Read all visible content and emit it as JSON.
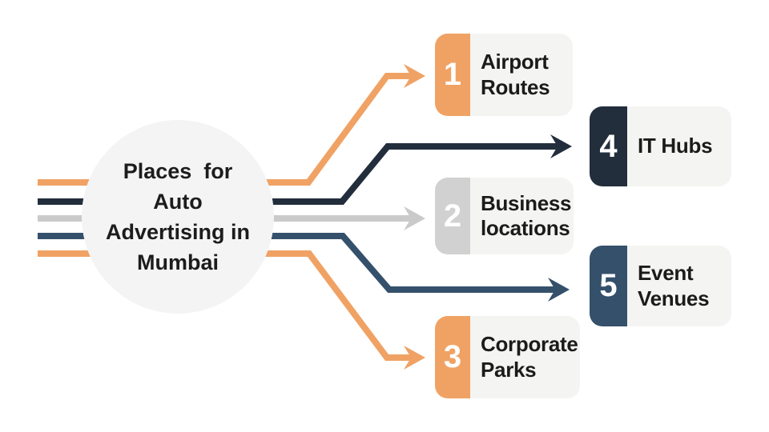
{
  "title": {
    "lines": [
      "Places  for",
      "Auto",
      "Advertising in",
      "Mumbai"
    ],
    "full_text": "Places for Auto Advertising in Mumbai"
  },
  "colors": {
    "orange": "#F0A264",
    "navy": "#232E3C",
    "slate": "#34506B",
    "gray": "#D1D1D1",
    "gray_line": "#CACACA",
    "card_body": "#F4F4F2",
    "hub_fill": "#F4F4F4",
    "title_text": "#1C1C1C",
    "label_text": "#1B1B1B",
    "number_text": "#FFFFFF",
    "background": "#FFFFFF"
  },
  "cards": [
    {
      "number": "1",
      "label": "Airport Routes",
      "color": "orange"
    },
    {
      "number": "2",
      "label": "Business locations",
      "color": "gray"
    },
    {
      "number": "3",
      "label": "Corporate Parks",
      "color": "orange"
    },
    {
      "number": "4",
      "label": "IT Hubs",
      "color": "navy"
    },
    {
      "number": "5",
      "label": "Event Venues",
      "color": "slate"
    }
  ]
}
